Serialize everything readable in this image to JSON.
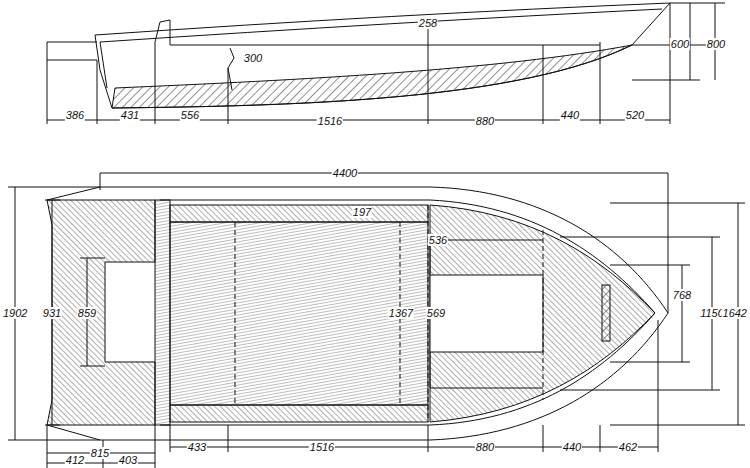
{
  "diagram": {
    "labels": [
      "258",
      "300",
      "600",
      "800",
      "386",
      "431",
      "556",
      "1516",
      "880",
      "440",
      "520",
      "4400",
      "197",
      "536",
      "1902",
      "931",
      "859",
      "1367",
      "569",
      "768",
      "1150",
      "1642",
      "433",
      "1516",
      "880",
      "440",
      "462",
      "815",
      "412",
      "403"
    ]
  }
}
